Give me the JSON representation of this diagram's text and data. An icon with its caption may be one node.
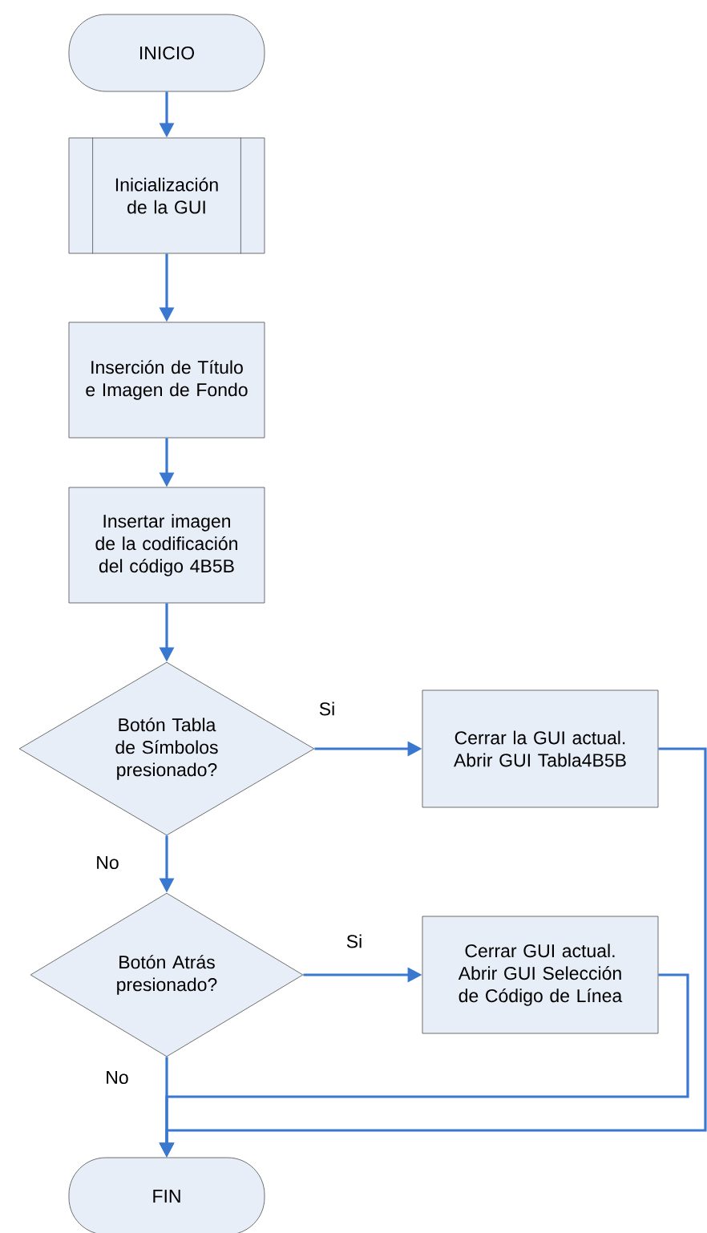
{
  "diagram": {
    "nodes": [
      {
        "text": [
          "INICIO"
        ]
      },
      {
        "text": [
          "Inicialización de la GUI"
        ]
      },
      {
        "text": [
          "Inserción de Título e Imagen de Fondo"
        ]
      },
      {
        "text": [
          "Insertar imagen de la codificación del código 4B5B"
        ]
      },
      {
        "text": [
          "Botón Tabla de Símbolos presionado?"
        ]
      },
      {
        "text": [
          "Cerrar la GUI actual. Abrir GUI Tabla4B5B"
        ]
      },
      {
        "text": [
          "Botón Atrás presionado?"
        ]
      },
      {
        "text": [
          "Cerrar GUI actual. Abrir GUI Selección de Código de Línea"
        ]
      },
      {
        "text": [
          "FIN"
        ]
      }
    ],
    "edges": [
      {
        "from": 0,
        "to": 1,
        "arrow": "to"
      },
      {
        "from": 1,
        "to": 2,
        "arrow": "to"
      },
      {
        "from": 2,
        "to": 3,
        "arrow": "to"
      },
      {
        "from": 3,
        "to": 4,
        "arrow": "to"
      },
      {
        "from": 4,
        "to": 5,
        "arrow": "to",
        "label": "Si"
      },
      {
        "from": 4,
        "to": 6,
        "arrow": "to",
        "label": "No"
      },
      {
        "from": 6,
        "to": 7,
        "arrow": "to",
        "label": "Si"
      },
      {
        "from": 6,
        "to": 8,
        "arrow": "to",
        "label": "No"
      },
      {
        "from": 7,
        "to": 8,
        "arrow": "to"
      },
      {
        "from": 5,
        "to": 8,
        "arrow": "to"
      }
    ]
  }
}
